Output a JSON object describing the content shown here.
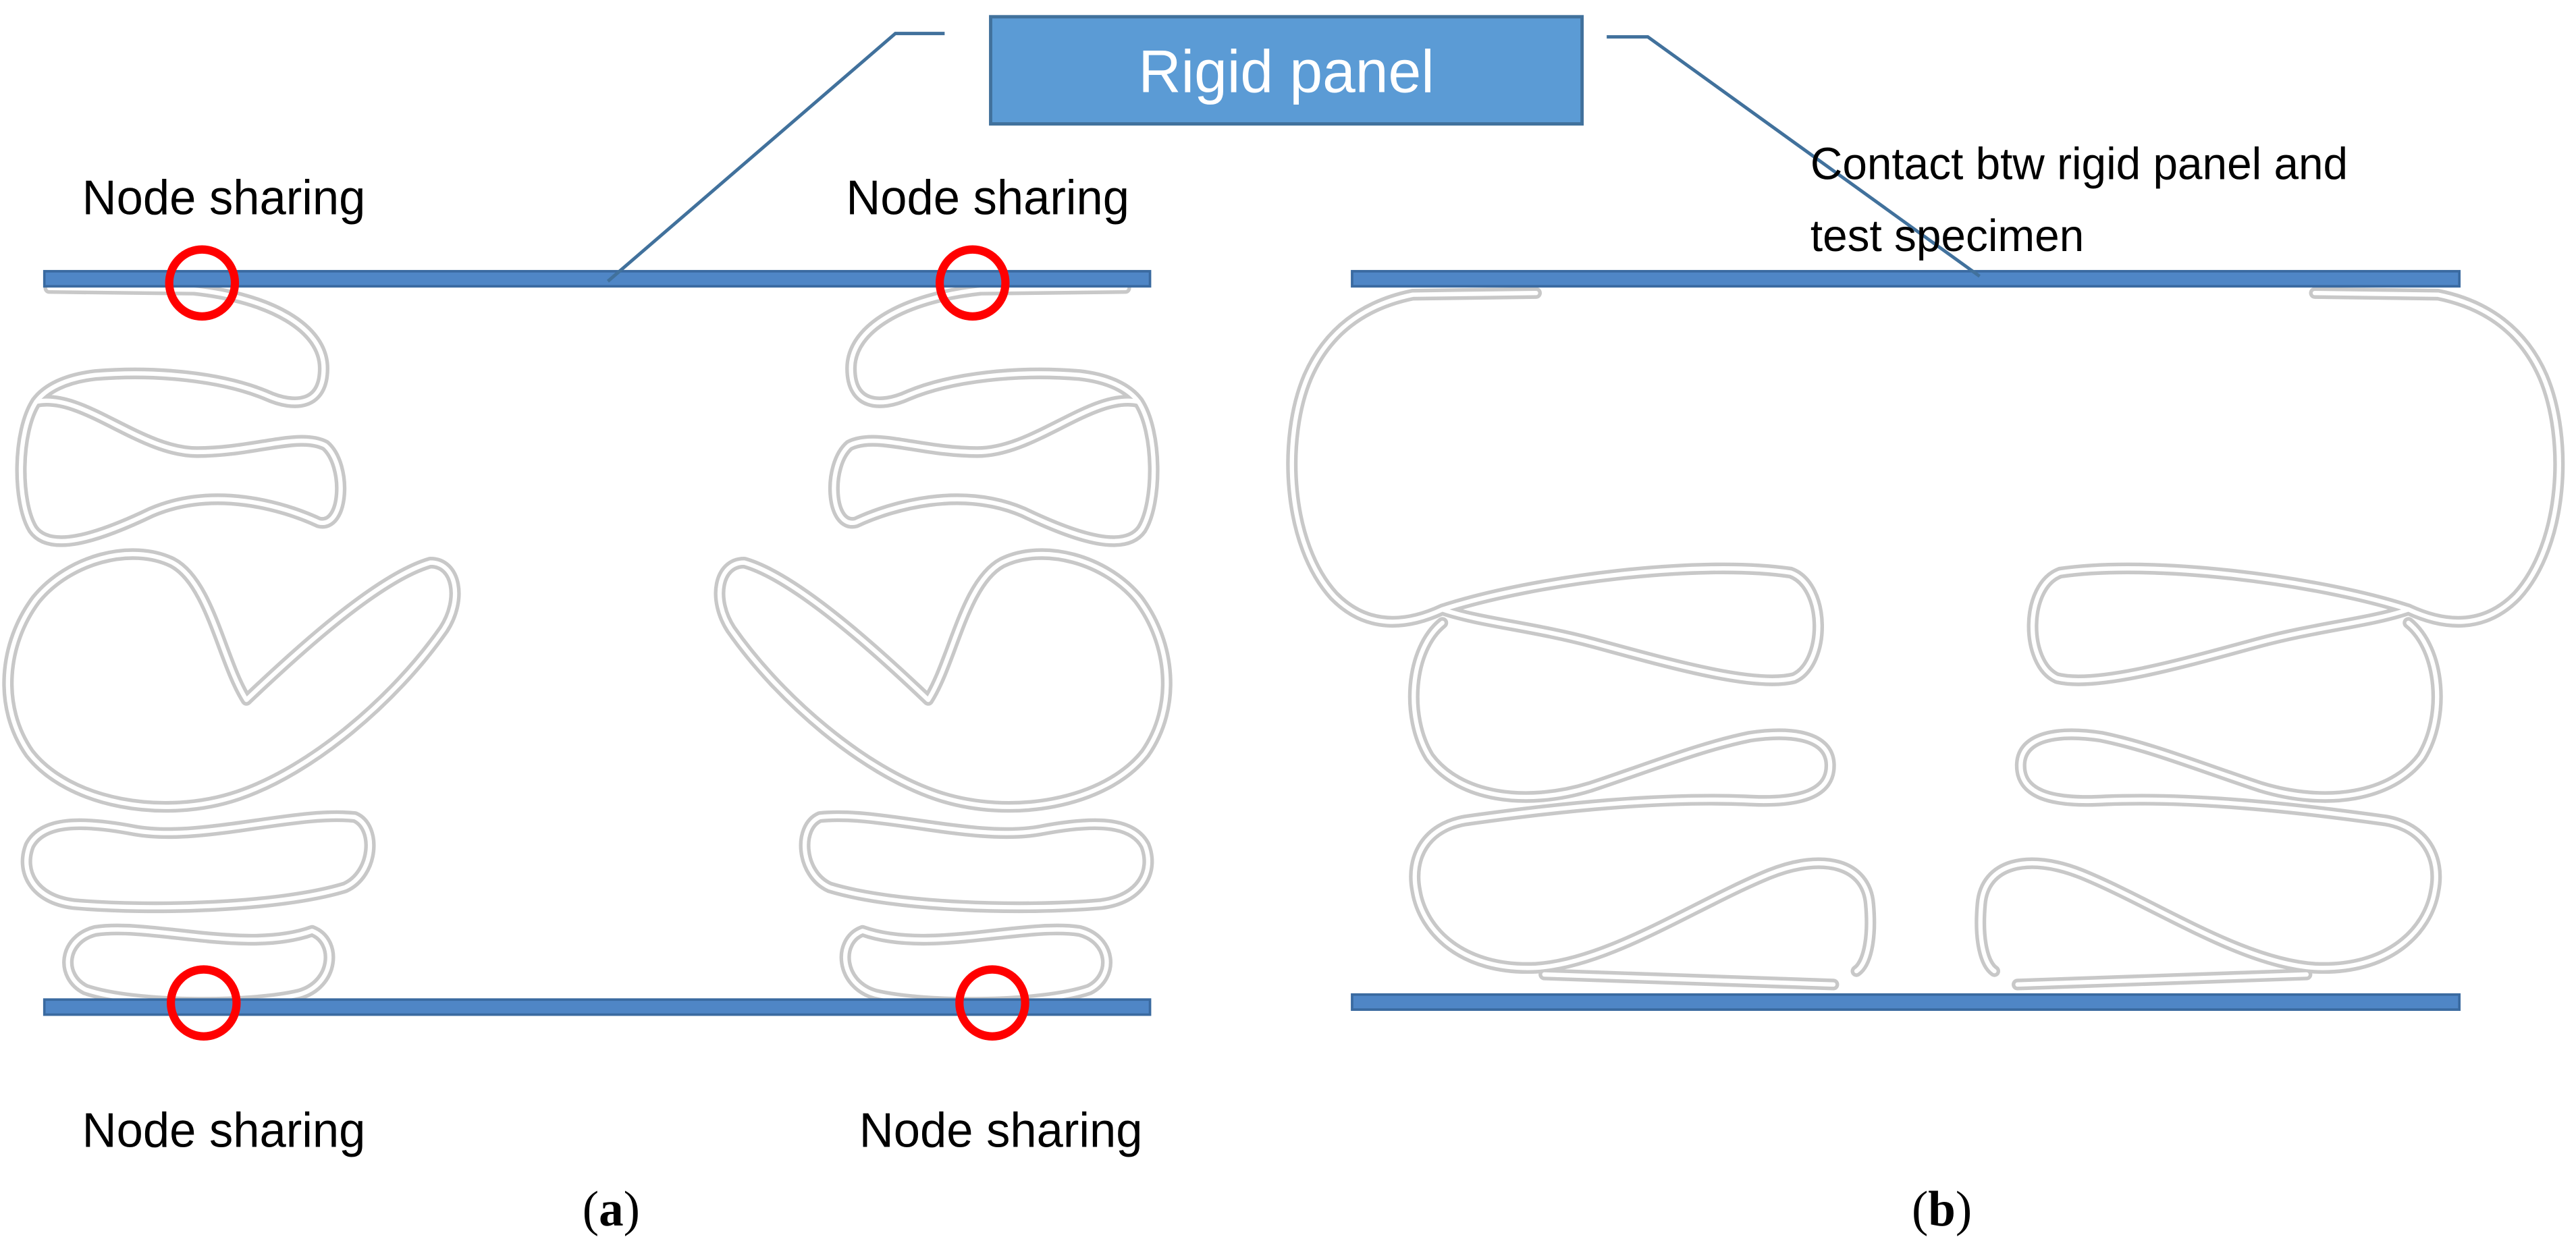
{
  "rigid_panel": {
    "label": "Rigid panel"
  },
  "node_labels": {
    "top_left": "Node sharing",
    "top_right": "Node sharing",
    "bottom_left": "Node sharing",
    "bottom_right": "Node sharing"
  },
  "contact_label": {
    "line1": "Contact btw rigid panel and",
    "line2": "test specimen"
  },
  "subfigures": [
    {
      "open": "(",
      "letter": "a",
      "close": ")"
    },
    {
      "open": "(",
      "letter": "b",
      "close": ")"
    }
  ],
  "colors": {
    "panel_fill": "#5b9bd5",
    "panel_border": "#41719c",
    "panel_text": "#ffffff",
    "bar_fill": "#4f86c6",
    "node_circle": "#ff0000",
    "specimen": "#c8c8c8"
  }
}
